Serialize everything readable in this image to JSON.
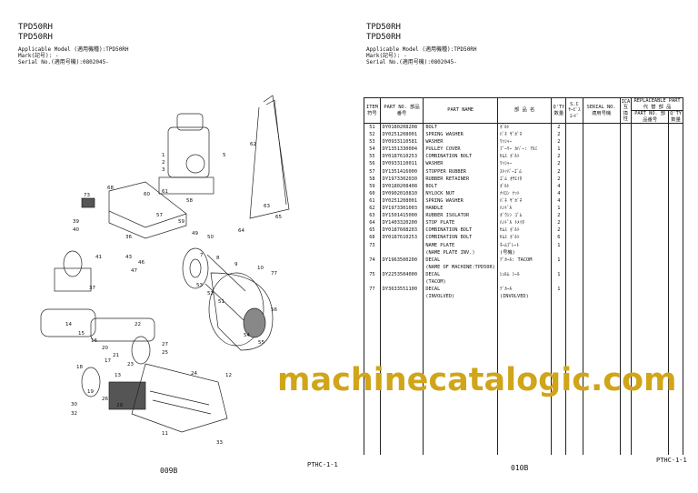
{
  "left_page": {
    "model1": "TPD50RH",
    "model2": "TPD50RH",
    "applicable": "Applicable Model (適用機種):TPD50RH",
    "mark": "Mark(記号): -",
    "serial": "Serial No.(適用号機):0802045-",
    "footer": "PTHC-1-1",
    "page_no": "009B",
    "callouts": [
      "62",
      "1",
      "2",
      "3",
      "5",
      "68",
      "60",
      "61",
      "73",
      "57",
      "59",
      "58",
      "39",
      "40",
      "63",
      "65",
      "64",
      "49",
      "50",
      "36",
      "41",
      "43",
      "46",
      "47",
      "37",
      "7",
      "8",
      "9",
      "10",
      "77",
      "53",
      "52",
      "51",
      "14",
      "15",
      "16",
      "20",
      "21",
      "23",
      "22",
      "27",
      "25",
      "55",
      "54",
      "56",
      "18",
      "17",
      "13",
      "24",
      "12",
      "19",
      "26",
      "29",
      "30",
      "32",
      "11",
      "33"
    ]
  },
  "right_page": {
    "model1": "TPD50RH",
    "model2": "TPD50RH",
    "applicable": "Applicable Model (適用機種):TPD50RH",
    "mark": "Mark(記号): -",
    "serial": "Serial No.(適用号機):0802045-",
    "footer": "PTHC-1-1",
    "page_no": "010B",
    "headers": {
      "item": "ITEM 符号",
      "part_no": "PART NO. 部品番号",
      "part_name": "PART NAME",
      "jp_name": "部 品 名",
      "qty": "Q'TY 数量",
      "sc": "S.C ｻｰﾋﾞｽ ｺｰﾄﾞ",
      "serial": "SERIAL NO. 適用号機",
      "ica": "ICA 互換性",
      "replaceable": "REPLACEABLE PART 代 替 部 品",
      "rep_part_no": "PART NO. 部品番号",
      "rep_qty": "Q'TY 数量"
    },
    "rows": [
      {
        "item": "51",
        "part_no": "DY0180208208",
        "name": "BOLT",
        "jp": "ﾎﾞﾙﾄ",
        "qty": "2"
      },
      {
        "item": "52",
        "part_no": "DY0251208001",
        "name": "SPRING WASHER",
        "jp": "ﾊﾞﾈ ｻﾞｶﾞﾈ",
        "qty": "2"
      },
      {
        "item": "53",
        "part_no": "DY0933110581",
        "name": "WASHER",
        "jp": "ﾜｯｼｬｰ",
        "qty": "2"
      },
      {
        "item": "54",
        "part_no": "DY1351330004",
        "name": "PULLEY COVER",
        "jp": "ﾌﾟｰﾘｰ ｶﾊﾞｰ: ｱﾙﾐ",
        "qty": "1"
      },
      {
        "item": "55",
        "part_no": "DY0187610253",
        "name": "COMBINATION BOLT",
        "jp": "ｾﾑｽ ﾎﾞﾙﾄ",
        "qty": "2"
      },
      {
        "item": "56",
        "part_no": "DY0933110011",
        "name": "WASHER",
        "jp": "ﾜｯｼｬｰ",
        "qty": "2"
      },
      {
        "item": "57",
        "part_no": "DY1351416000",
        "name": "STOPPER RUBBER",
        "jp": "ｽﾄｯﾊﾟｰｺﾞﾑ",
        "qty": "2"
      },
      {
        "item": "58",
        "part_no": "DY1973302030",
        "name": "RUBBER RETAINER",
        "jp": "ｺﾞﾑ ｵｻｴｲﾀ",
        "qty": "2"
      },
      {
        "item": "59",
        "part_no": "DY0180208408",
        "name": "BOLT",
        "jp": "ﾎﾞﾙﾄ",
        "qty": "4"
      },
      {
        "item": "60",
        "part_no": "DY0902010810",
        "name": "NYLOCK NUT",
        "jp": "ﾅｲﾛﾝ ﾅｯﾄ",
        "qty": "4"
      },
      {
        "item": "61",
        "part_no": "DY0251208001",
        "name": "SPRING WASHER",
        "jp": "ﾊﾞﾈ ｻﾞｶﾞﾈ",
        "qty": "4"
      },
      {
        "item": "62",
        "part_no": "DY1973301003",
        "name": "HANDLE",
        "jp": "ﾊﾝﾄﾞﾙ",
        "qty": "1"
      },
      {
        "item": "63",
        "part_no": "DY1501415000",
        "name": "RUBBER ISOLATOR",
        "jp": "ﾎﾞｳｼﾝ ｺﾞﾑ",
        "qty": "2"
      },
      {
        "item": "64",
        "part_no": "DY1403320200",
        "name": "STOP PLATE",
        "jp": "ﾊﾝﾄﾞﾙ ﾄﾒｲﾀ",
        "qty": "2"
      },
      {
        "item": "65",
        "part_no": "DY0187608203",
        "name": "COMBINATION BOLT",
        "jp": "ｾﾑｽ ﾎﾞﾙﾄ",
        "qty": "2"
      },
      {
        "item": "68",
        "part_no": "DY0187610253",
        "name": "COMBINATION BOLT",
        "jp": "ｾﾑｽ ﾎﾞﾙﾄ",
        "qty": "6"
      },
      {
        "item": "73",
        "part_no": "",
        "name": "NAME PLATE",
        "jp": "ﾈｰﾑﾌﾟﾚｰﾄ",
        "qty": "1"
      },
      {
        "item": "",
        "part_no": "",
        "name": "(NAME PLATE INV.)",
        "jp": "(号機)",
        "qty": ""
      },
      {
        "item": "74",
        "part_no": "DY1963500200",
        "name": "DECAL",
        "jp": "ﾃﾞｶｰﾙ: TACOM",
        "qty": "1"
      },
      {
        "item": "",
        "part_no": "",
        "name": "(NAME OF MACHINE:TPD50R)",
        "jp": "",
        "qty": ""
      },
      {
        "item": "75",
        "part_no": "DY2253504000",
        "name": "DECAL",
        "jp": "ｼｭﾙﾑ ｼｰﾙ",
        "qty": "1"
      },
      {
        "item": "",
        "part_no": "",
        "name": "(TACOM)",
        "jp": "",
        "qty": ""
      },
      {
        "item": "77",
        "part_no": "DY3633551100",
        "name": "DECAL",
        "jp": "ﾃﾞｶｰﾙ",
        "qty": "1"
      },
      {
        "item": "",
        "part_no": "",
        "name": "(INVOLVED)",
        "jp": "(INVOLVED)",
        "qty": ""
      }
    ]
  },
  "watermark": "machinecatalogic.com"
}
